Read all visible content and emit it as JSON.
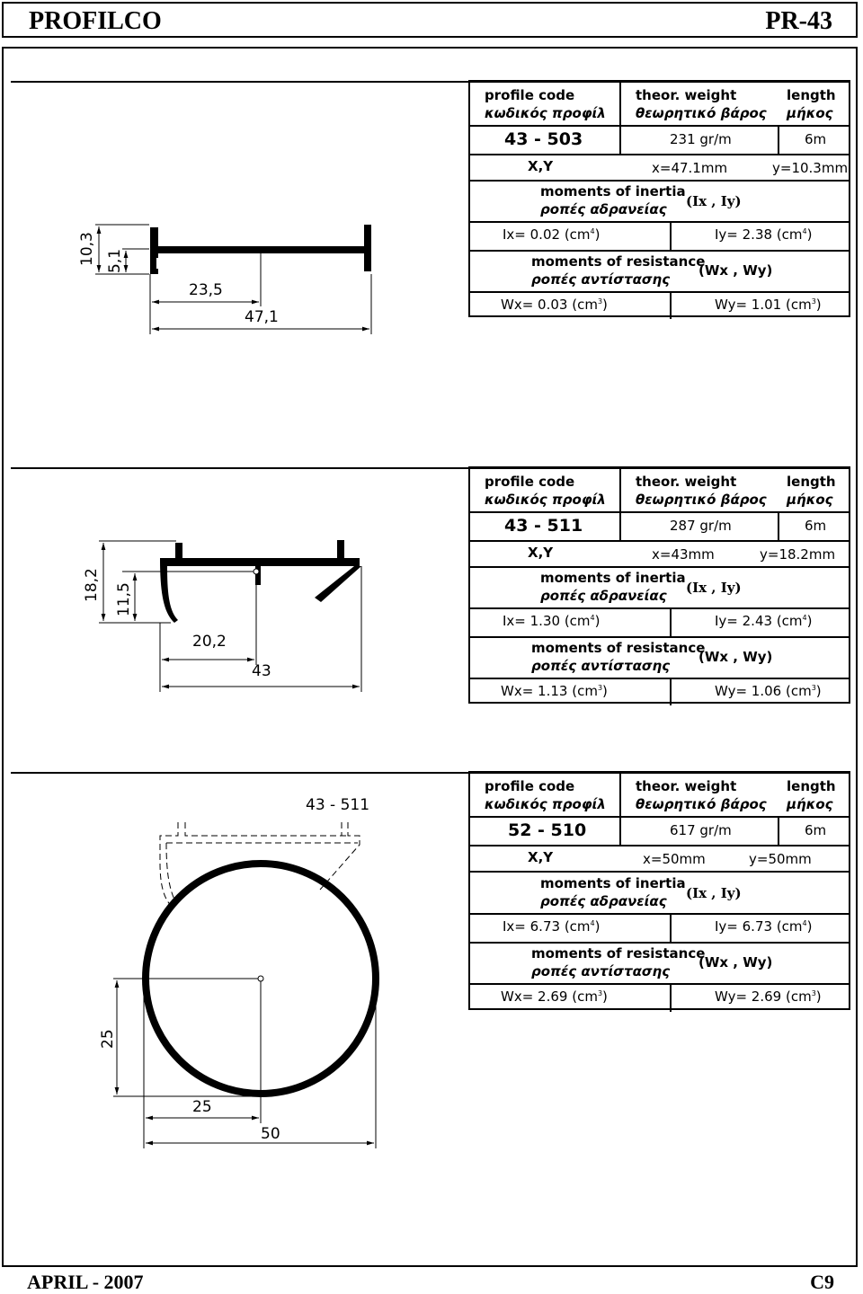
{
  "header": {
    "company": "PROFILCO",
    "series": "PR-43"
  },
  "footer": {
    "date": "APRIL - 2007",
    "page": "C9"
  },
  "table_labels": {
    "profile_en": "profile   code",
    "profile_gr": "κωδικός   προφίλ",
    "weight_en": "theor. weight",
    "weight_gr": "θεωρητικό βάρος",
    "length_en": "length",
    "length_gr": "μήκος",
    "xy": "X,Y",
    "inertia_en": "moments of inertia",
    "inertia_gr": "ροπές αδρανείας",
    "inertia_sym": "(Ix , Iy)",
    "resistance_en": "moments of resistance",
    "resistance_gr": "ροπές αντίστασης",
    "resistance_sym": "(Wx , Wy)"
  },
  "profiles": [
    {
      "code": "43 - 503",
      "weight": "231 gr/m",
      "length": "6m",
      "x": "x=47.1mm",
      "y": "y=10.3mm",
      "ix": "Ix= 0.02",
      "iy": "Iy= 2.38",
      "wx": "Wx= 0.03",
      "wy": "Wy= 1.01",
      "dims": {
        "height_total": "10,3",
        "height_half": "5,1",
        "width_half": "23,5",
        "width_total": "47,1"
      }
    },
    {
      "code": "43 - 511",
      "weight": "287 gr/m",
      "length": "6m",
      "x": "x=43mm",
      "y": "y=18.2mm",
      "ix": "Ix= 1.30",
      "iy": "Iy= 2.43",
      "wx": "Wx= 1.13",
      "wy": "Wy= 1.06",
      "dims": {
        "height_total": "18,2",
        "height_half": "11,5",
        "width_half": "20,2",
        "width_total": "43"
      }
    },
    {
      "code": "52 - 510",
      "weight": "617 gr/m",
      "length": "6m",
      "x": "x=50mm",
      "y": "y=50mm",
      "ix": "Ix= 6.73",
      "iy": "Iy= 6.73",
      "wx": "Wx= 2.69",
      "wy": "Wy= 2.69",
      "dims": {
        "ref_profile": "43 - 511",
        "height_half": "25",
        "width_half": "25",
        "width_total": "50"
      }
    }
  ],
  "units": {
    "cm4": "(cm",
    "exp4": "4",
    "exp3": "3",
    "close": ")"
  }
}
